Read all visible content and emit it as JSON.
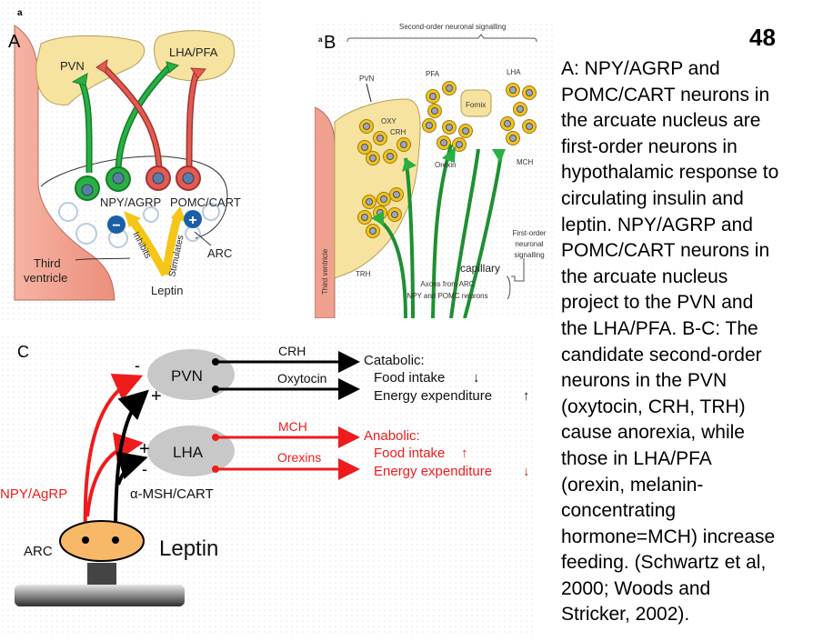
{
  "page": {
    "number": "48",
    "caption_lines": [
      "A: NPY/AGRP and",
      "POMC/CART neurons in",
      "the arcuate nucleus are",
      "first-order neurons in",
      "hypothalamic response to",
      "circulating insulin and",
      "leptin. NPY/AGRP and",
      "POMC/CART neurons in",
      "the arcuate nucleus",
      "project to the PVN and",
      "the LHA/PFA. B-C: The",
      "candidate second-order",
      "neurons in the PVN",
      "(oxytocin, CRH, TRH)",
      "cause anorexia, while",
      "those in LHA/PFA",
      "(orexin, melanin-",
      "concentrating",
      "hormone=MCH) increase",
      "feeding. (Schwartz et al,",
      "2000; Woods and",
      "Stricker, 2002)."
    ]
  },
  "panel_a": {
    "small_label": "a",
    "label": "A",
    "pvn": "PVN",
    "lha_pfa": "LHA/PFA",
    "npy_agrp": "NPY/AGRP",
    "pomc_cart": "POMC/CART",
    "minus": "−",
    "plus": "+",
    "inhibits": "Inhibits",
    "stimulates": "Stimulates",
    "arc": "ARC",
    "third": "Third",
    "ventricle": "ventricle",
    "leptin": "Leptin"
  },
  "panel_b": {
    "small_label": "a",
    "label": "B",
    "header": "Second-order neuronal signalling",
    "pvn": "PVN",
    "pfa": "PFA",
    "lha": "LHA",
    "fornix": "Fornix",
    "oxy": "OXY",
    "crh": "CRH",
    "orexin": "Orexin",
    "mch": "MCH",
    "trh": "TRH",
    "third_ventricle": "Third ventricle",
    "first_order_lines": [
      "First-order",
      "neuronal",
      "signalling"
    ],
    "capillary": "capillary",
    "axons_lines": [
      "Axons from ARC",
      "NPY and POMC neurons"
    ]
  },
  "panel_c": {
    "label": "C",
    "pvn": "PVN",
    "lha": "LHA",
    "crh": "CRH",
    "oxytocin": "Oxytocin",
    "mch": "MCH",
    "orexins": "Orexins",
    "catabolic": "Catabolic:",
    "cat_food": "Food intake",
    "cat_energy": "Energy expenditure",
    "anabolic": "Anabolic:",
    "ana_food": "Food intake",
    "ana_energy": "Energy expenditure",
    "npy_agrp": "NPY/AgRP",
    "msh_cart": "α-MSH/CART",
    "arc": "ARC",
    "leptin": "Leptin",
    "minus": "-",
    "plus": "+"
  },
  "colors": {
    "green_neuron": "#1fa83a",
    "red_neuron": "#e0514c",
    "ventricle": "#f0a08f",
    "nucleus_fill": "#f7e3a0",
    "yellow_cell": "#f2c21d",
    "red_path": "#ee1c1c",
    "gray_nucleus": "#c8c8c8",
    "arc_fill": "#f7b867"
  }
}
